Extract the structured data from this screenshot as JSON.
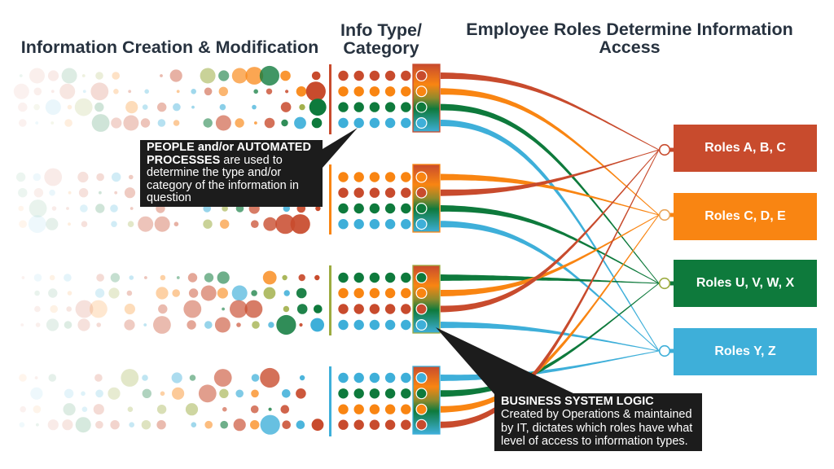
{
  "headings": {
    "creation": "Information Creation & Modification",
    "info_type_line1": "Info Type/",
    "info_type_line2": "Category",
    "roles_line1": "Employee Roles Determine Information",
    "roles_line2": "Access"
  },
  "colors": {
    "red": "#c84b2d",
    "orange": "#f98512",
    "green": "#0e7a3c",
    "blue": "#3eafd9",
    "olive": "#9cab40",
    "gold": "#e9a457",
    "heading_text": "#27323f",
    "callout_bg": "#1c1c1c",
    "callout_text": "#ffffff"
  },
  "dots_per_row": 5,
  "info_groups": [
    {
      "bar_color": "red",
      "rows": [
        {
          "color": "red",
          "role": 0
        },
        {
          "color": "orange",
          "role": 1
        },
        {
          "color": "green",
          "role": 2
        },
        {
          "color": "blue",
          "role": 3
        }
      ]
    },
    {
      "bar_color": "orange",
      "rows": [
        {
          "color": "orange",
          "role": 1
        },
        {
          "color": "red",
          "role": 0
        },
        {
          "color": "green",
          "role": 2
        },
        {
          "color": "blue",
          "role": 3
        }
      ]
    },
    {
      "bar_color": "olive",
      "rows": [
        {
          "color": "green",
          "role": 2
        },
        {
          "color": "orange",
          "role": 1
        },
        {
          "color": "red",
          "role": 0
        },
        {
          "color": "blue",
          "role": 3
        }
      ]
    },
    {
      "bar_color": "blue",
      "rows": [
        {
          "color": "blue",
          "role": 3
        },
        {
          "color": "green",
          "role": 2
        },
        {
          "color": "orange",
          "role": 1
        },
        {
          "color": "red",
          "role": 0
        }
      ]
    }
  ],
  "roles": [
    {
      "label": "Roles A, B, C",
      "color": "red",
      "connector_color": "red"
    },
    {
      "label": "Roles C, D, E",
      "color": "orange",
      "connector_color": "gold"
    },
    {
      "label": "Roles U, V, W, X",
      "color": "green",
      "connector_color": "olive"
    },
    {
      "label": "Roles Y, Z",
      "color": "blue",
      "connector_color": "blue"
    }
  ],
  "callouts": {
    "people": {
      "bold": "PEOPLE and/or AUTOMATED PROCESSES",
      "text": " are used to determine the type and/or category of the information in question"
    },
    "logic": {
      "bold": "BUSINESS SYSTEM LOGIC",
      "text": "Created by Operations & maintained by IT, dictates which roles have what level of access to information types."
    }
  },
  "bubble_colors": [
    "red",
    "red",
    "red",
    "red",
    "orange",
    "orange",
    "green",
    "green",
    "blue",
    "blue",
    "olive"
  ]
}
